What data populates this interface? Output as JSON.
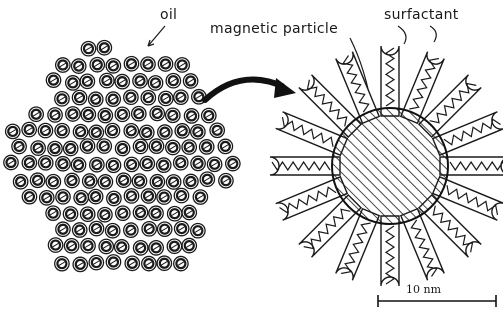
{
  "labels": {
    "oil": "oil",
    "magnetic_particle": "magnetic particle",
    "surfactant": "surfactant",
    "scale": "10 nm"
  },
  "colors": {
    "ink": "#1a1a1a",
    "background": "#ffffff"
  },
  "icons": {
    "transition": "curved-arrow-icon"
  }
}
